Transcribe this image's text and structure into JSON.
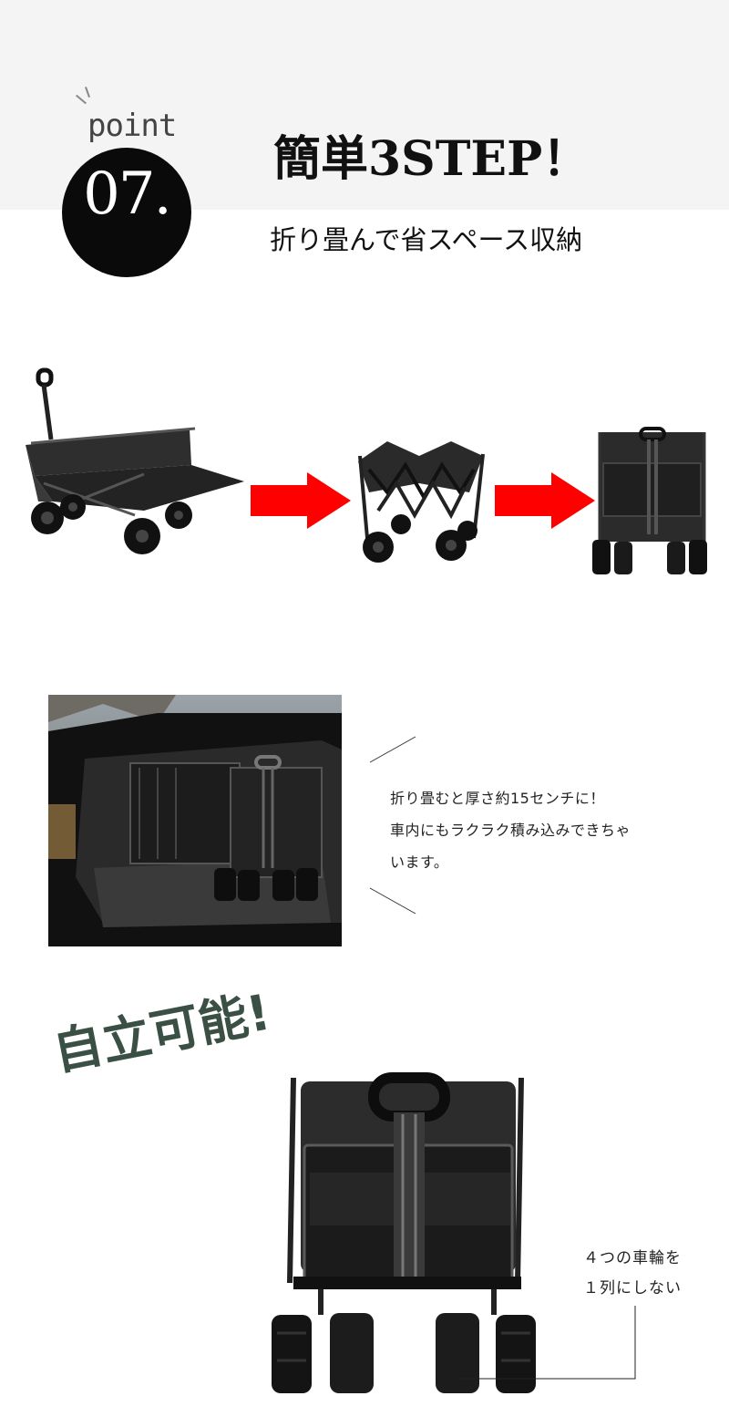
{
  "header": {
    "point_word": "point",
    "point_number": "07.",
    "title": "簡単3STEP！",
    "subtitle": "折り畳んで省スペース収納"
  },
  "steps": [
    {
      "icon": "open-wagon-image"
    },
    {
      "icon": "folding-wagon-image"
    },
    {
      "icon": "folded-wagon-image"
    }
  ],
  "car_section": {
    "caption_lines": [
      "折り畳むと厚さ約15センチに！",
      "車内にもラクラク積み込みできちゃ",
      "います。"
    ]
  },
  "stand_section": {
    "title": "自立可能!",
    "note_lines": [
      "４つの車輪を",
      "１列にしない"
    ]
  },
  "colors": {
    "band": "#f4f4f4",
    "badge": "#0a0a0a",
    "arrow": "#ff0000",
    "stand_title": "#3a5044"
  }
}
